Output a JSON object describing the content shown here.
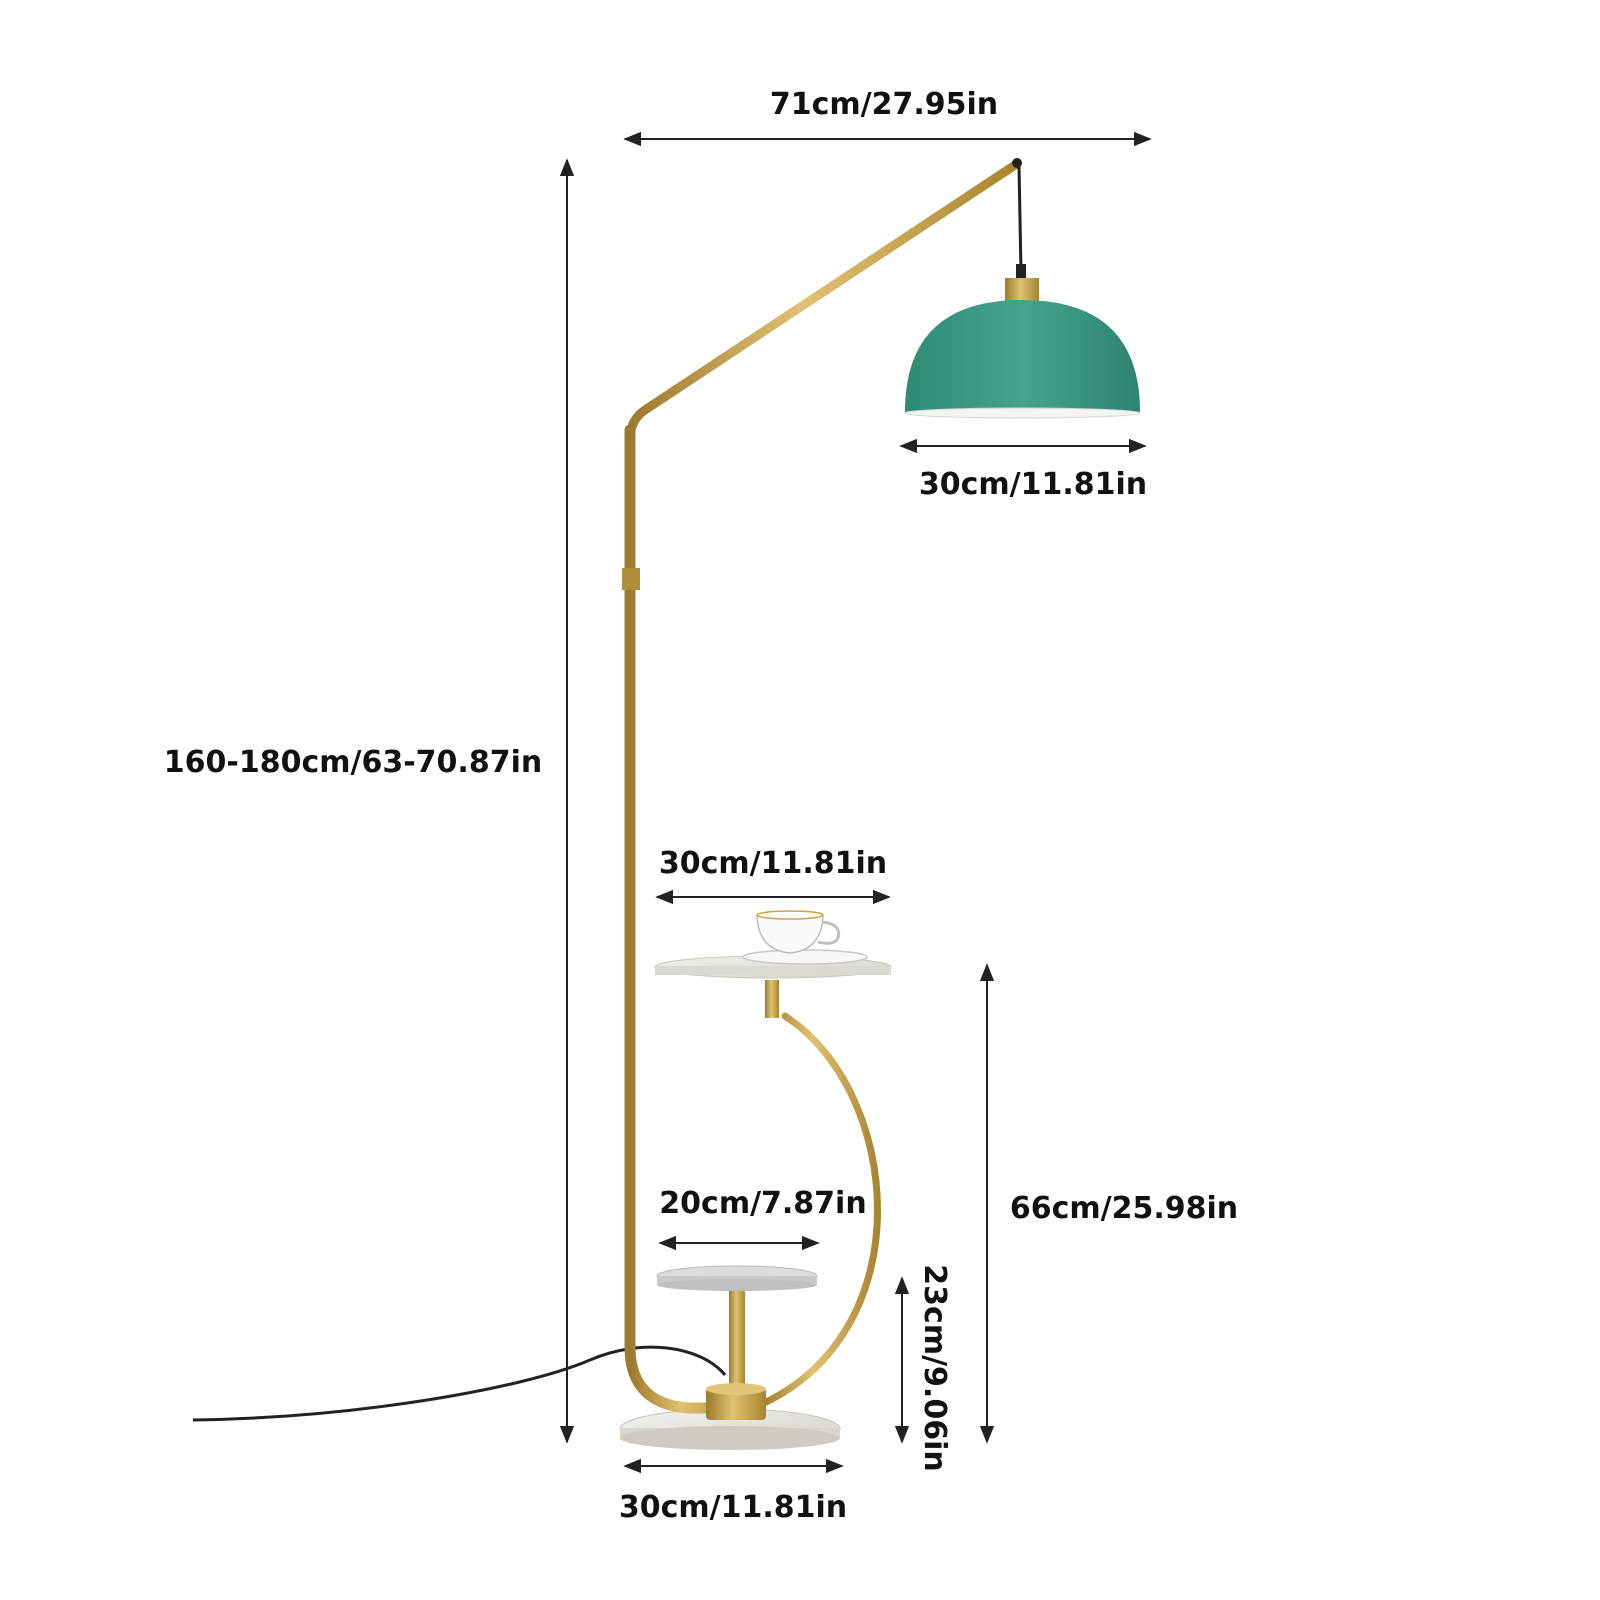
{
  "dimensions": {
    "overall_reach": "71cm/27.95in",
    "shade_diameter": "30cm/11.81in",
    "total_height": "160-180cm/63-70.87in",
    "upper_tray_diameter": "30cm/11.81in",
    "lower_tray_diameter": "20cm/7.87in",
    "table_height": "66cm/25.98in",
    "lower_tray_height": "23cm/9.06in",
    "base_diameter": "30cm/11.81in"
  },
  "colors": {
    "shade": "#3a9b85",
    "brass": "#c8a24a",
    "marble": "#e3e0dc",
    "cord": "#222222",
    "dimension_line": "#222222"
  }
}
